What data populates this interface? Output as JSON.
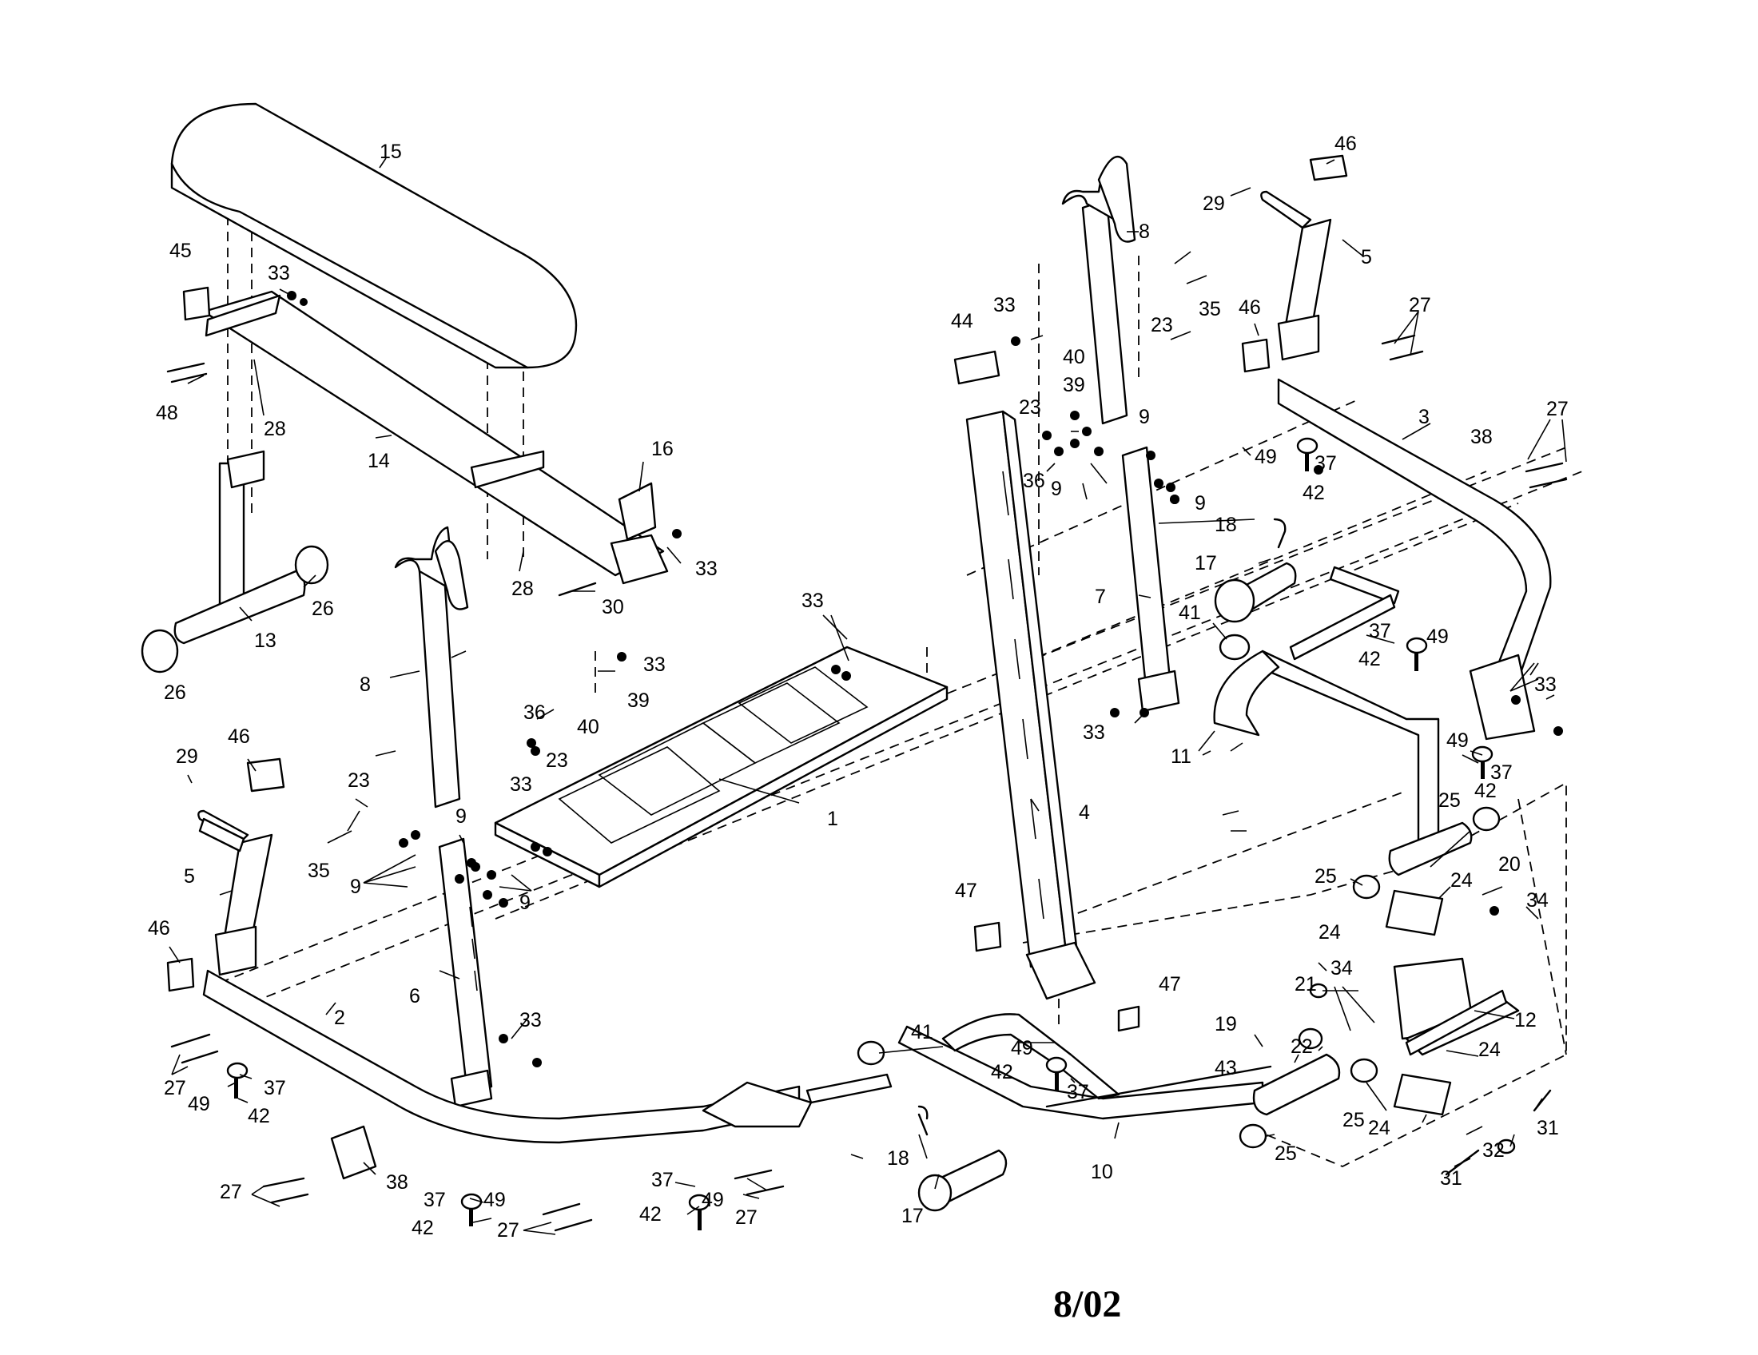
{
  "footer": {
    "date_code": "8/02"
  },
  "labels": [
    {
      "id": "l15",
      "text": "15"
    },
    {
      "id": "l45",
      "text": "45"
    },
    {
      "id": "l33a",
      "text": "33"
    },
    {
      "id": "l48",
      "text": "48"
    },
    {
      "id": "l28a",
      "text": "28"
    },
    {
      "id": "l14",
      "text": "14"
    },
    {
      "id": "l16",
      "text": "16"
    },
    {
      "id": "l33b",
      "text": "33"
    },
    {
      "id": "l28b",
      "text": "28"
    },
    {
      "id": "l30",
      "text": "30"
    },
    {
      "id": "l26a",
      "text": "26"
    },
    {
      "id": "l13",
      "text": "13"
    },
    {
      "id": "l26b",
      "text": "26"
    },
    {
      "id": "l8a",
      "text": "8"
    },
    {
      "id": "l33c",
      "text": "33"
    },
    {
      "id": "l39a",
      "text": "39"
    },
    {
      "id": "l40a",
      "text": "40"
    },
    {
      "id": "l36a",
      "text": "36"
    },
    {
      "id": "l23a",
      "text": "23"
    },
    {
      "id": "l29a",
      "text": "29"
    },
    {
      "id": "l46a",
      "text": "46"
    },
    {
      "id": "l23b",
      "text": "23"
    },
    {
      "id": "l35a",
      "text": "35"
    },
    {
      "id": "l9a",
      "text": "9"
    },
    {
      "id": "l9b",
      "text": "9"
    },
    {
      "id": "l9c",
      "text": "9"
    },
    {
      "id": "l33d",
      "text": "33"
    },
    {
      "id": "l5a",
      "text": "5"
    },
    {
      "id": "l46b",
      "text": "46"
    },
    {
      "id": "l6",
      "text": "6"
    },
    {
      "id": "l33e",
      "text": "33"
    },
    {
      "id": "l2",
      "text": "2"
    },
    {
      "id": "l27a",
      "text": "27"
    },
    {
      "id": "l49a",
      "text": "49"
    },
    {
      "id": "l37a",
      "text": "37"
    },
    {
      "id": "l42a",
      "text": "42"
    },
    {
      "id": "l27b",
      "text": "27"
    },
    {
      "id": "l38a",
      "text": "38"
    },
    {
      "id": "l37b",
      "text": "37"
    },
    {
      "id": "l49b",
      "text": "49"
    },
    {
      "id": "l42b",
      "text": "42"
    },
    {
      "id": "l27c",
      "text": "27"
    },
    {
      "id": "l37c",
      "text": "37"
    },
    {
      "id": "l42c",
      "text": "42"
    },
    {
      "id": "l49c",
      "text": "49"
    },
    {
      "id": "l27d",
      "text": "27"
    },
    {
      "id": "l33f",
      "text": "33"
    },
    {
      "id": "l1",
      "text": "1"
    },
    {
      "id": "l8b",
      "text": "8"
    },
    {
      "id": "l46c",
      "text": "46"
    },
    {
      "id": "l29b",
      "text": "29"
    },
    {
      "id": "l5b",
      "text": "5"
    },
    {
      "id": "l27e",
      "text": "27"
    },
    {
      "id": "l33g",
      "text": "33"
    },
    {
      "id": "l40b",
      "text": "40"
    },
    {
      "id": "l39b",
      "text": "39"
    },
    {
      "id": "l23c",
      "text": "23"
    },
    {
      "id": "l35b",
      "text": "35"
    },
    {
      "id": "l44",
      "text": "44"
    },
    {
      "id": "l46d",
      "text": "46"
    },
    {
      "id": "l3",
      "text": "3"
    },
    {
      "id": "l23d",
      "text": "23"
    },
    {
      "id": "l36b",
      "text": "36"
    },
    {
      "id": "l9d",
      "text": "9"
    },
    {
      "id": "l9e",
      "text": "9"
    },
    {
      "id": "l9f",
      "text": "9"
    },
    {
      "id": "l49d",
      "text": "49"
    },
    {
      "id": "l37d",
      "text": "37"
    },
    {
      "id": "l42d",
      "text": "42"
    },
    {
      "id": "l38b",
      "text": "38"
    },
    {
      "id": "l27f",
      "text": "27"
    },
    {
      "id": "l18a",
      "text": "18"
    },
    {
      "id": "l17a",
      "text": "17"
    },
    {
      "id": "l7",
      "text": "7"
    },
    {
      "id": "l41a",
      "text": "41"
    },
    {
      "id": "l37e",
      "text": "37"
    },
    {
      "id": "l49e",
      "text": "49"
    },
    {
      "id": "l42e",
      "text": "42"
    },
    {
      "id": "l33h",
      "text": "33"
    },
    {
      "id": "l33i",
      "text": "33"
    },
    {
      "id": "l11",
      "text": "11"
    },
    {
      "id": "l49f",
      "text": "49"
    },
    {
      "id": "l37f",
      "text": "37"
    },
    {
      "id": "l42f",
      "text": "42"
    },
    {
      "id": "l4",
      "text": "4"
    },
    {
      "id": "l25a",
      "text": "25"
    },
    {
      "id": "l25b",
      "text": "25"
    },
    {
      "id": "l24a",
      "text": "24"
    },
    {
      "id": "l24b",
      "text": "24"
    },
    {
      "id": "l20",
      "text": "20"
    },
    {
      "id": "l34a",
      "text": "34"
    },
    {
      "id": "l47a",
      "text": "47"
    },
    {
      "id": "l47b",
      "text": "47"
    },
    {
      "id": "l21",
      "text": "21"
    },
    {
      "id": "l34b",
      "text": "34"
    },
    {
      "id": "l12",
      "text": "12"
    },
    {
      "id": "l19",
      "text": "19"
    },
    {
      "id": "l22",
      "text": "22"
    },
    {
      "id": "l41b",
      "text": "41"
    },
    {
      "id": "l49g",
      "text": "49"
    },
    {
      "id": "l42g",
      "text": "42"
    },
    {
      "id": "l37g",
      "text": "37"
    },
    {
      "id": "l43",
      "text": "43"
    },
    {
      "id": "l25c",
      "text": "25"
    },
    {
      "id": "l24c",
      "text": "24"
    },
    {
      "id": "l24d",
      "text": "24"
    },
    {
      "id": "l31a",
      "text": "31"
    },
    {
      "id": "l32",
      "text": "32"
    },
    {
      "id": "l31b",
      "text": "31"
    },
    {
      "id": "l25d",
      "text": "25"
    },
    {
      "id": "l10",
      "text": "10"
    },
    {
      "id": "l18b",
      "text": "18"
    },
    {
      "id": "l17b",
      "text": "17"
    }
  ]
}
